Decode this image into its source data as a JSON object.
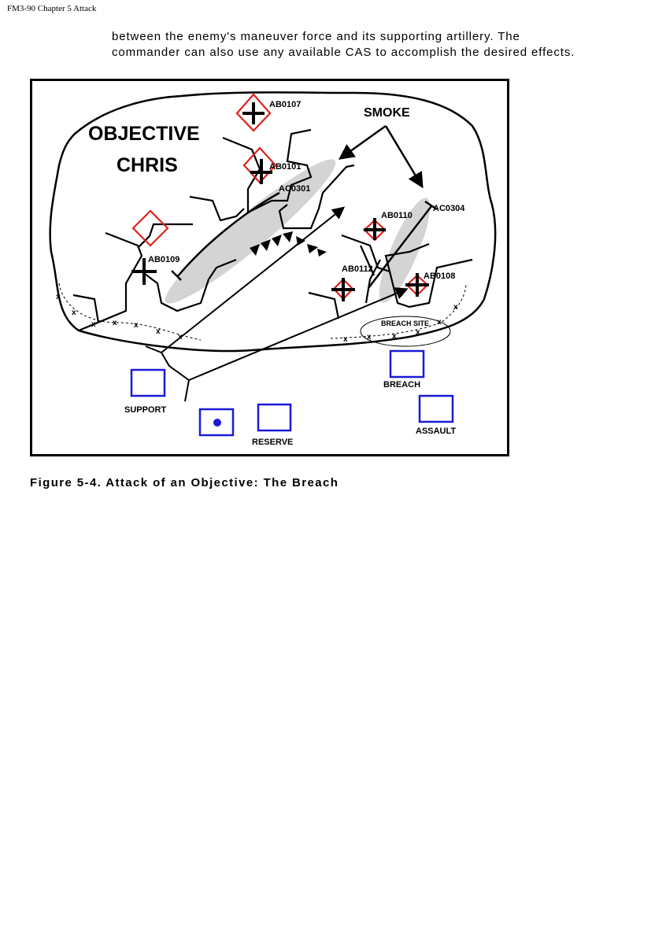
{
  "header": "FM3-90 Chapter 5 Attack",
  "paragraph": [
    "between the enemy's maneuver force and its supporting artillery. The",
    "commander can also use any available CAS to accomplish the desired effects."
  ],
  "figure": {
    "objective_line1": "OBJECTIVE",
    "objective_line2": "CHRIS",
    "smoke": "SMOKE",
    "targets": {
      "ab0107": "AB0107",
      "ab0101": "AB0101",
      "ac0301": "AC0301",
      "ab0109": "AB0109",
      "ab0110": "AB0110",
      "ac0304": "AC0304",
      "ab0112": "AB0112",
      "ab0108": "AB0108"
    },
    "breach_site": "BREACH SITE",
    "units": {
      "support": "SUPPORT",
      "reserve": "RESERVE",
      "breach": "BREACH",
      "assault": "ASSAULT"
    },
    "colors": {
      "target_diamond": "#e0201c",
      "unit_box": "#1a1ad8"
    }
  },
  "caption": "Figure 5-4. Attack of an Objective: The Breach"
}
